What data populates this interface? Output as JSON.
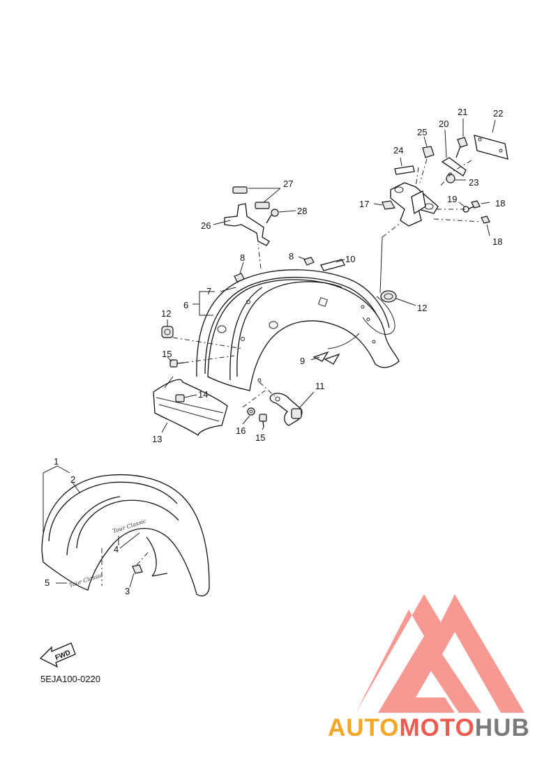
{
  "diagram": {
    "code": "5EJA100-0220",
    "fwd_label": "FWD",
    "decal_text": "Tour Classic"
  },
  "callouts": [
    {
      "id": "c1",
      "label": "1"
    },
    {
      "id": "c2",
      "label": "2"
    },
    {
      "id": "c3",
      "label": "3"
    },
    {
      "id": "c4",
      "label": "4"
    },
    {
      "id": "c5",
      "label": "5"
    },
    {
      "id": "c6",
      "label": "6"
    },
    {
      "id": "c7",
      "label": "7"
    },
    {
      "id": "c8a",
      "label": "8"
    },
    {
      "id": "c8b",
      "label": "8"
    },
    {
      "id": "c9",
      "label": "9"
    },
    {
      "id": "c10",
      "label": "10"
    },
    {
      "id": "c11",
      "label": "11"
    },
    {
      "id": "c12a",
      "label": "12"
    },
    {
      "id": "c12b",
      "label": "12"
    },
    {
      "id": "c13",
      "label": "13"
    },
    {
      "id": "c14",
      "label": "14"
    },
    {
      "id": "c15a",
      "label": "15"
    },
    {
      "id": "c15b",
      "label": "15"
    },
    {
      "id": "c16",
      "label": "16"
    },
    {
      "id": "c17",
      "label": "17"
    },
    {
      "id": "c18a",
      "label": "18"
    },
    {
      "id": "c18b",
      "label": "18"
    },
    {
      "id": "c19",
      "label": "19"
    },
    {
      "id": "c20",
      "label": "20"
    },
    {
      "id": "c21",
      "label": "21"
    },
    {
      "id": "c22",
      "label": "22"
    },
    {
      "id": "c23",
      "label": "23"
    },
    {
      "id": "c24",
      "label": "24"
    },
    {
      "id": "c25",
      "label": "25"
    },
    {
      "id": "c26",
      "label": "26"
    },
    {
      "id": "c27",
      "label": "27"
    },
    {
      "id": "c28",
      "label": "28"
    }
  ],
  "watermark": {
    "part1": "AUTO",
    "part2": "MOTO",
    "part3": "HUB",
    "color_orange": "#f5a623",
    "color_red": "#ee5a4f",
    "color_gray": "#7a7a7a",
    "logo_color": "#f47c74"
  }
}
